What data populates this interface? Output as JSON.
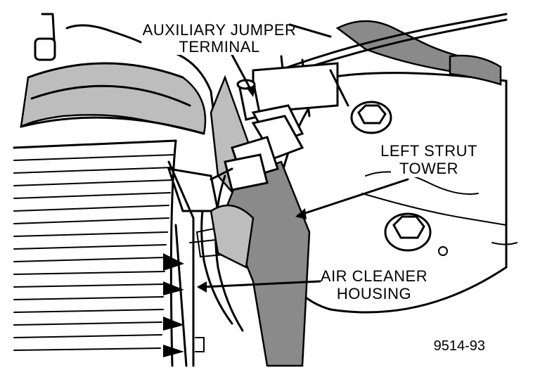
{
  "labels": {
    "aux_line1": "AUXILIARY JUMPER",
    "aux_line2": "TERMINAL",
    "strut_line1": "LEFT STRUT",
    "strut_line2": "TOWER",
    "air_line1": "AIR CLEANER",
    "air_line2": "HOUSING",
    "figure_number": "9514-93"
  },
  "colors": {
    "ink": "#000000",
    "shade": "#bdbdbd",
    "background": "#ffffff"
  }
}
